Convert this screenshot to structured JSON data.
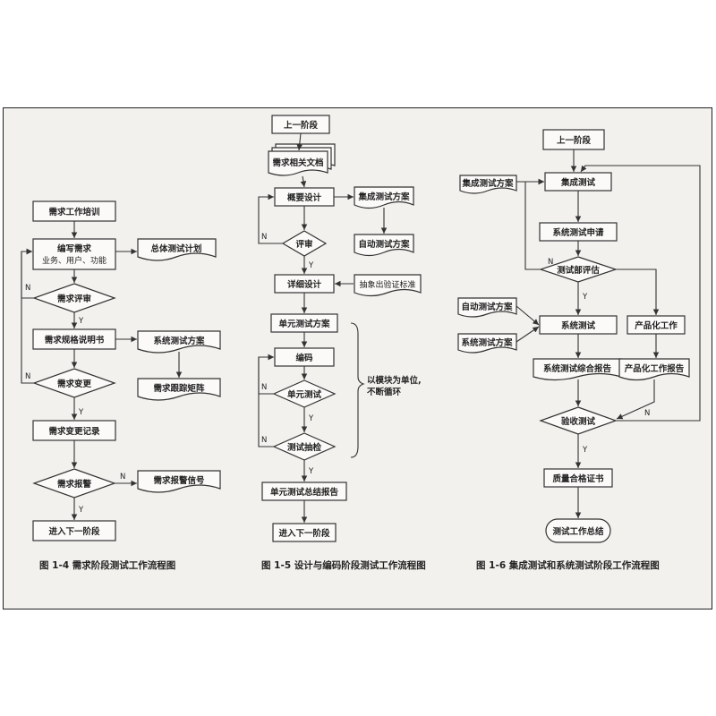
{
  "fig4": {
    "b_training": "需求工作培训",
    "b_write_1": "编写需求",
    "b_write_2": "业务、用户、功能",
    "d_review": "需求评审",
    "b_spec": "需求规格说明书",
    "d_change": "需求变更",
    "b_change_log": "需求变更记录",
    "d_alarm": "需求报警",
    "b_next": "进入下一阶段",
    "doc_plan": "总体测试计划",
    "doc_sys_plan": "系统测试方案",
    "doc_trace": "需求跟踪矩阵",
    "doc_alarm": "需求报警信号",
    "caption": "图 1-4    需求阶段测试工作流程图"
  },
  "fig5": {
    "b_prev": "上一阶段",
    "doc_req": "需求相关文档",
    "b_outline": "概要设计",
    "d_review": "评审",
    "b_detail": "详细设计",
    "b_unit_plan": "单元测试方案",
    "b_code": "编码",
    "d_unit": "单元测试",
    "d_check": "测试抽检",
    "b_unit_report": "单元测试总结报告",
    "b_next": "进入下一阶段",
    "doc_int_plan": "集成测试方案",
    "doc_auto_plan": "自动测试方案",
    "doc_abstract": "抽象出验证标准",
    "note_1": "以模块为单位,",
    "note_2": "不断循环",
    "caption": "图 1-5    设计与编码阶段测试工作流程图"
  },
  "fig6": {
    "b_prev": "上一阶段",
    "doc_int_plan": "集成测试方案",
    "b_int_test": "集成测试",
    "b_sys_apply": "系统测试申请",
    "d_eval": "测试部评估",
    "doc_auto_plan": "自动测试方案",
    "doc_sys_plan": "系统测试方案",
    "b_sys_test": "系统测试",
    "b_product": "产品化工作",
    "doc_sys_report": "系统测试综合报告",
    "doc_product_report": "产品化工作报告",
    "d_accept": "验收测试",
    "b_cert": "质量合格证书",
    "b_summary": "测试工作总结",
    "caption": "图 1-6    集成测试和系统测试阶段工作流程图"
  },
  "labels": {
    "yes": "Y",
    "no": "N"
  }
}
